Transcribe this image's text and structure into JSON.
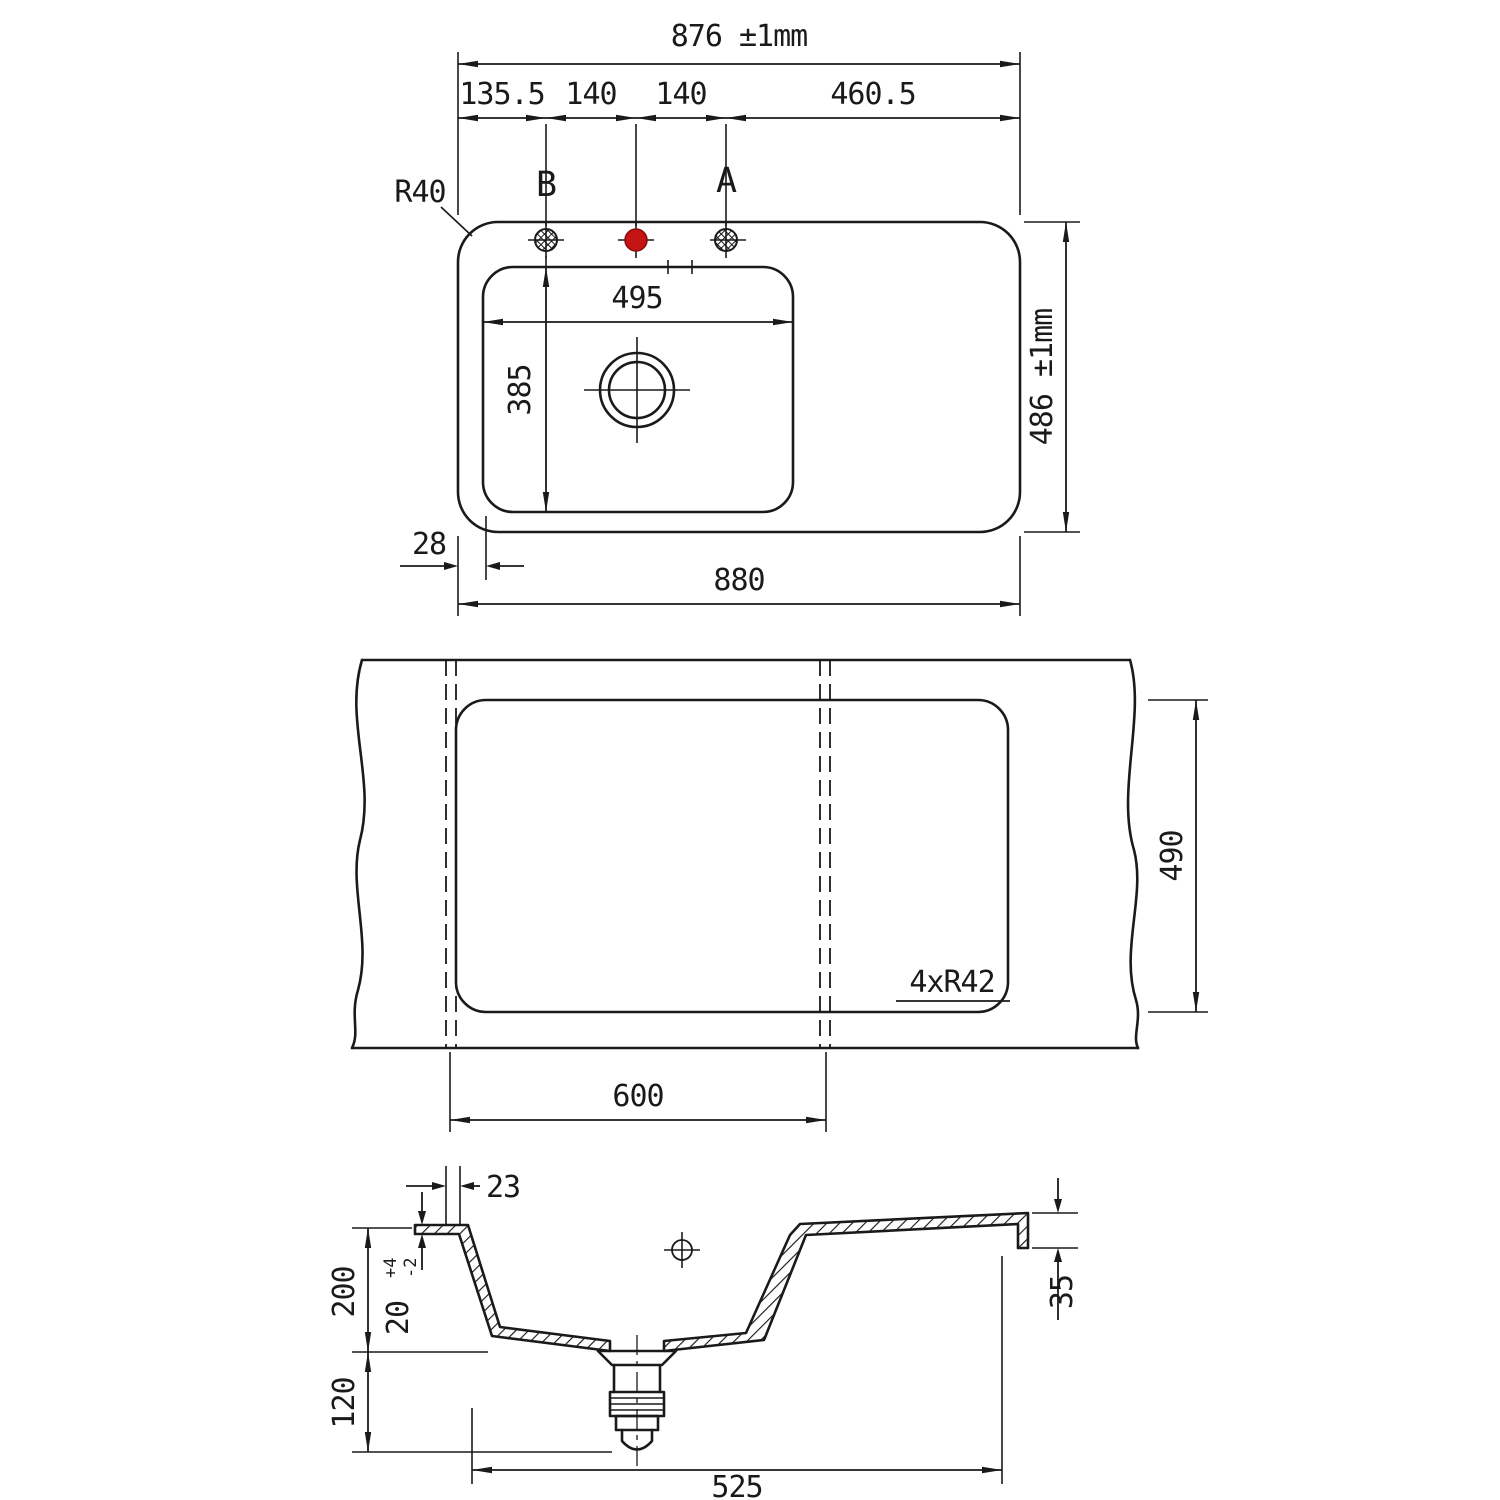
{
  "drawing_type": "sink-technical-drawing",
  "colors": {
    "line": "#1a1a1a",
    "hole_marker_red": "#c41414",
    "background": "#ffffff"
  },
  "top_view": {
    "dim_overall_width": "876 ±1mm",
    "dim_seg_1": "135.5",
    "dim_seg_2": "140",
    "dim_seg_3": "140",
    "dim_seg_4": "460.5",
    "label_corner_radius": "R40",
    "label_hole_b": "B",
    "label_hole_a": "A",
    "dim_bowl_width": "495",
    "dim_bowl_height": "385",
    "dim_overall_depth": "486 ±1mm",
    "dim_edge_offset": "28",
    "dim_overall_length": "880"
  },
  "cutout_view": {
    "dim_depth": "490",
    "label_corner_radius": "4xR42",
    "dim_width": "600",
    "dim_edge_offset": "23"
  },
  "section_view": {
    "dim_bowl_depth": "200",
    "dim_rim_thickness": "20",
    "dim_rim_tol_plus": "+4",
    "dim_rim_tol_minus": "-2",
    "dim_under_depth": "120",
    "dim_drainer_edge": "35",
    "dim_bottom_width": "525"
  }
}
